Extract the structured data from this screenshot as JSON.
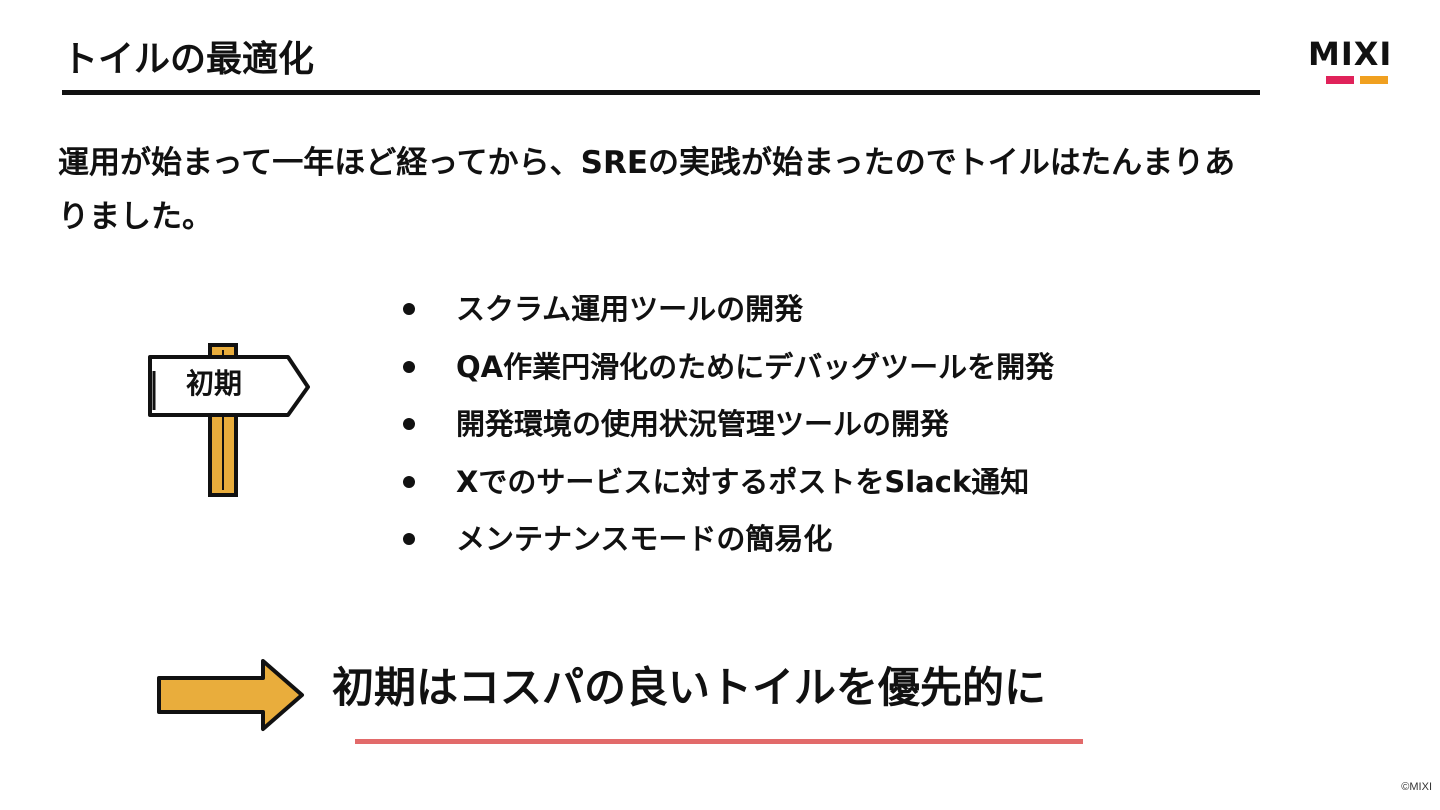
{
  "slide": {
    "title": "トイルの最適化",
    "logo_text": "MIXI",
    "intro": "運用が始まって一年ほど経ってから、SREの実践が始まったのでトイルはたんまりありました。",
    "sign_label": "初期",
    "bullets": [
      "スクラム運用ツールの開発",
      "QA作業円滑化のためにデバッグツールを開発",
      "開発環境の使用状況管理ツールの開発",
      "Xでのサービスに対するポストをSlack通知",
      "メンテナンスモードの簡易化"
    ],
    "conclusion": "初期はコスパの良いトイルを優先的に",
    "copyright": "©MIXI"
  },
  "colors": {
    "text": "#111111",
    "logo_pink": "#e0225a",
    "logo_orange": "#f0a020",
    "sign_wood": "#e9ad3c",
    "arrow_fill": "#e9ad3c",
    "conclusion_underline": "#e26a6a"
  },
  "icons": {
    "signpost": "signpost-icon",
    "arrow": "right-arrow-icon"
  }
}
